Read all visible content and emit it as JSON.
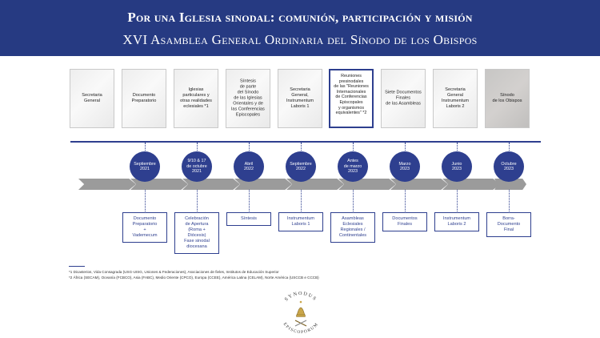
{
  "header": {
    "title": "Por una Iglesia sinodal: comunión, participación y misión",
    "subtitle": "XVI Asamblea General Ordinaria del Sínodo de los Obispos"
  },
  "stages": [
    {
      "label": "Secretaria\nGeneral",
      "style": "photo"
    },
    {
      "label": "Documento\nPreparatorio",
      "style": "photo"
    },
    {
      "label": "Iglesias\nparticulares y\notras realidades\neclesiales *1",
      "style": "photo"
    },
    {
      "label": "Síntesis\nde parte\ndel Sínodo\nde las Iglesias\nOrientales y de\nlas Conferencias\nEpiscopales",
      "style": "photo"
    },
    {
      "label": "Secretaria\nGeneral,\nInstrumentum\nLaboris 1",
      "style": "photo"
    },
    {
      "label": "Reuniones\npresinodales\nde las \"Reuniones\nInternacionales\nde Conferencias\nEpiscopales\ny organismos\nequivalentes\" *2",
      "style": "highlight"
    },
    {
      "label": "Siete Documentos\nFinales\nde las Asambleas",
      "style": "photo"
    },
    {
      "label": "Secretaria\nGeneral\nInstrumentum\nLaboris 2",
      "style": "photo"
    },
    {
      "label": "Sínodo\nde los Obispos",
      "style": "dark"
    }
  ],
  "dates": [
    "Septiembre\n2021",
    "9/10 & 17\nde octubre\n2021",
    "Abril\n2022",
    "Septiembre\n2022",
    "Antes\nde marzo\n2023",
    "Marzo\n2023",
    "Junio\n2023",
    "Octubre\n2023"
  ],
  "outputs": [
    "Documento\nPreparatorio\n+\nVademecum",
    "Celebración\nde Apertura\n(Roma +\nDiócesis)\nFase sinodal\ndiocesana",
    "Síntesis",
    "Instrumentum\nLaboris 1",
    "Asambleas\nEclesiales\nRegionales /\nContinentales",
    "Documentos\nFinales",
    "Instrumentum\nLaboris 2",
    "Borra-\nDocumento\nFinal"
  ],
  "footnotes": [
    "*1 Dicasterios, Vida Consagrada (USG-UISG, Uniones & Federaciones), Asociaciones de fieles, Institutos de Educación Superior",
    "*2 África (SECAM), Oceanía (FCBCO), Asia (FABC), Medio Oriente (CPCO), Europa (CCEE), América Latina (CELAM), Norte América (USCCB e CCCB)"
  ],
  "seal": {
    "top_text": "SYNODUS",
    "bottom_text": "EPISCOPORUM"
  },
  "colors": {
    "primary": "#2e3f8f",
    "header": "#263a82",
    "arrow": "#9b9b9b"
  }
}
